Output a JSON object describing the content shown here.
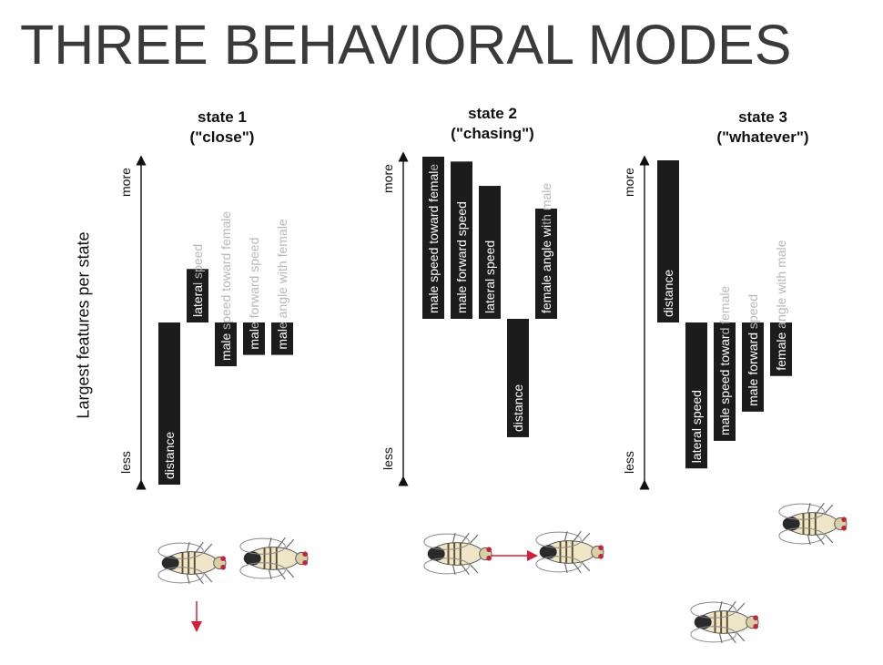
{
  "title": "THREE BEHAVIORAL MODES",
  "ylabel": "Largest features per state",
  "axis_words": {
    "more": "more",
    "less": "less"
  },
  "colors": {
    "bar": "#1c1c1c",
    "bar_text": "#ffffff",
    "faded_text": "#b8b8b8",
    "arrow": "#d21f3c",
    "title": "#3a3a3a"
  },
  "chart_data": [
    {
      "type": "bar",
      "title": "state 1",
      "subtitle": "(\"close\")",
      "ylabel": "Largest features per state",
      "y_axis_words": [
        "less",
        "more"
      ],
      "categories": [
        "distance",
        "lateral speed",
        "male speed toward female",
        "male forward speed",
        "male angle with female"
      ],
      "values": [
        -1.0,
        0.33,
        -0.27,
        -0.2,
        -0.2
      ],
      "ylim": [
        -1.0,
        1.0
      ]
    },
    {
      "type": "bar",
      "title": "state 2",
      "subtitle": "(\"chasing\")",
      "ylabel": "Largest features per state",
      "y_axis_words": [
        "less",
        "more"
      ],
      "categories": [
        "male speed toward female",
        "male forward speed",
        "lateral speed",
        "distance",
        "female angle with male"
      ],
      "values": [
        1.0,
        0.97,
        0.82,
        -0.73,
        0.68
      ],
      "ylim": [
        -1.0,
        1.0
      ]
    },
    {
      "type": "bar",
      "title": "state 3",
      "subtitle": "(\"whatever\")",
      "ylabel": "Largest features per state",
      "y_axis_words": [
        "less",
        "more"
      ],
      "categories": [
        "distance",
        "lateral speed",
        "male speed toward female",
        "male forward speed",
        "female angle with male"
      ],
      "values": [
        1.0,
        -0.9,
        -0.73,
        -0.55,
        -0.33
      ],
      "ylim": [
        -1.0,
        1.0
      ]
    }
  ]
}
